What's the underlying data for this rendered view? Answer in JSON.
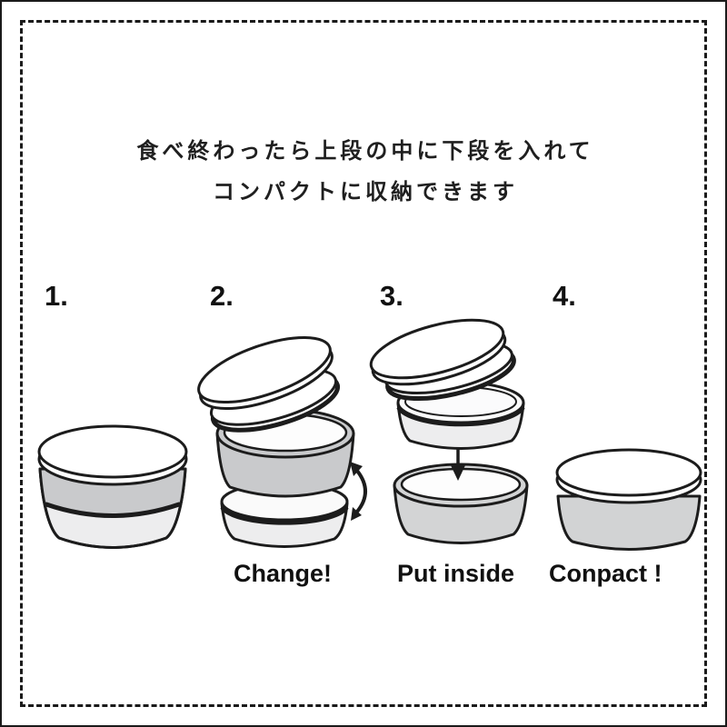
{
  "diagram": {
    "heading": {
      "line1": "食べ終わったら上段の中に下段を入れて",
      "line2": "コンパクトに収納できます"
    },
    "steps": [
      {
        "number": "1.",
        "illustration": "closed two-tier container with lid"
      },
      {
        "number": "2.",
        "caption": "Change!",
        "illustration": "lid and seal lifted, upper and lower tiers separated, swap arrow"
      },
      {
        "number": "3.",
        "caption": "Put inside",
        "illustration": "lower tier lowered into upper tier, down arrow"
      },
      {
        "number": "4.",
        "caption": "Conpact !",
        "illustration": "compact single container with lid"
      }
    ],
    "icons": {
      "swap_arrow": "curved-double-headed-arrow",
      "down_arrow": "straight-down-arrow"
    },
    "colors": {
      "background": "#ffffff",
      "border": "#1a1a1a",
      "outline": "#1c1c1c",
      "tier_gray": "#c9cacc",
      "tier_light": "#ededee",
      "tier_mid_gray": "#d2d3d4",
      "lid_white": "#ffffff"
    }
  }
}
